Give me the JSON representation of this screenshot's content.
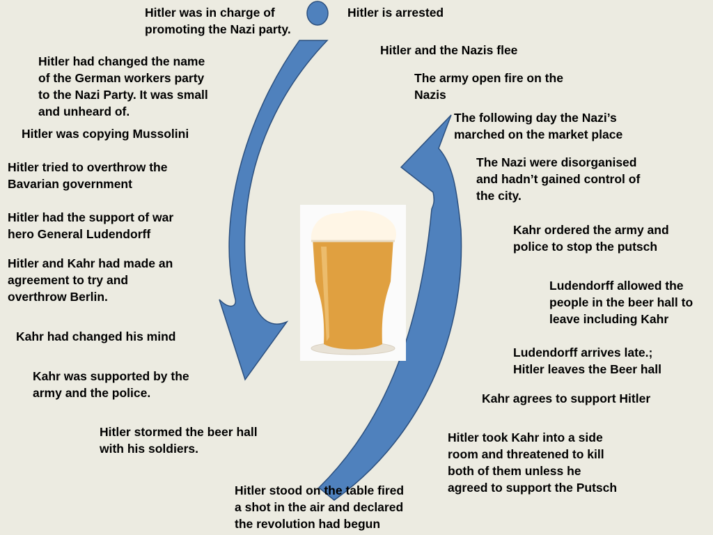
{
  "colors": {
    "background": "#ecebe1",
    "arrow_fill": "#4f81bd",
    "arrow_stroke": "#2b4f7e",
    "beer": "#e0a040",
    "foam": "#fff6e6"
  },
  "image": {
    "subject": "pint-of-beer",
    "icon": "beer-glass-icon"
  },
  "labels": [
    {
      "key": "l01",
      "text": "Hitler was in charge of\npromoting the Nazi party."
    },
    {
      "key": "l02",
      "text": "Hitler had changed the name\nof the German workers party\nto the Nazi Party. It was small\nand unheard of."
    },
    {
      "key": "l03",
      "text": "Hitler was copying Mussolini"
    },
    {
      "key": "l04",
      "text": "Hitler tried to overthrow the\nBavarian government"
    },
    {
      "key": "l05",
      "text": "Hitler had the support of war\nhero General Ludendorff"
    },
    {
      "key": "l06",
      "text": "Hitler and Kahr had made an\nagreement to try and\noverthrow Berlin."
    },
    {
      "key": "l07",
      "text": "Kahr had changed his mind"
    },
    {
      "key": "l08",
      "text": "Kahr was supported by the\narmy and the police."
    },
    {
      "key": "l09",
      "text": "Hitler stormed the beer hall\nwith his soldiers."
    },
    {
      "key": "l10",
      "text": "Hitler stood on the table fired\na shot in the air and declared\nthe revolution had begun"
    },
    {
      "key": "l11",
      "text": "Hitler took Kahr into a side\nroom and threatened to kill\nboth of them unless he\nagreed to support the Putsch"
    },
    {
      "key": "l12",
      "text": "Kahr agrees to support Hitler"
    },
    {
      "key": "l13",
      "text": "Ludendorff arrives late.;\nHitler leaves the Beer hall"
    },
    {
      "key": "l14",
      "text": "Ludendorff allowed the\npeople in the beer hall to\nleave including Kahr"
    },
    {
      "key": "l15",
      "text": "Kahr ordered the army and\npolice to stop the putsch"
    },
    {
      "key": "l16",
      "text": "The Nazi were disorganised\nand hadn’t gained control of\nthe city."
    },
    {
      "key": "l17",
      "text": "The following day the Nazi’s\nmarched on the market place"
    },
    {
      "key": "l18",
      "text": "The army open fire on the\nNazis"
    },
    {
      "key": "l19",
      "text": "Hitler and the Nazis flee"
    },
    {
      "key": "l20",
      "text": "Hitler is arrested"
    }
  ]
}
